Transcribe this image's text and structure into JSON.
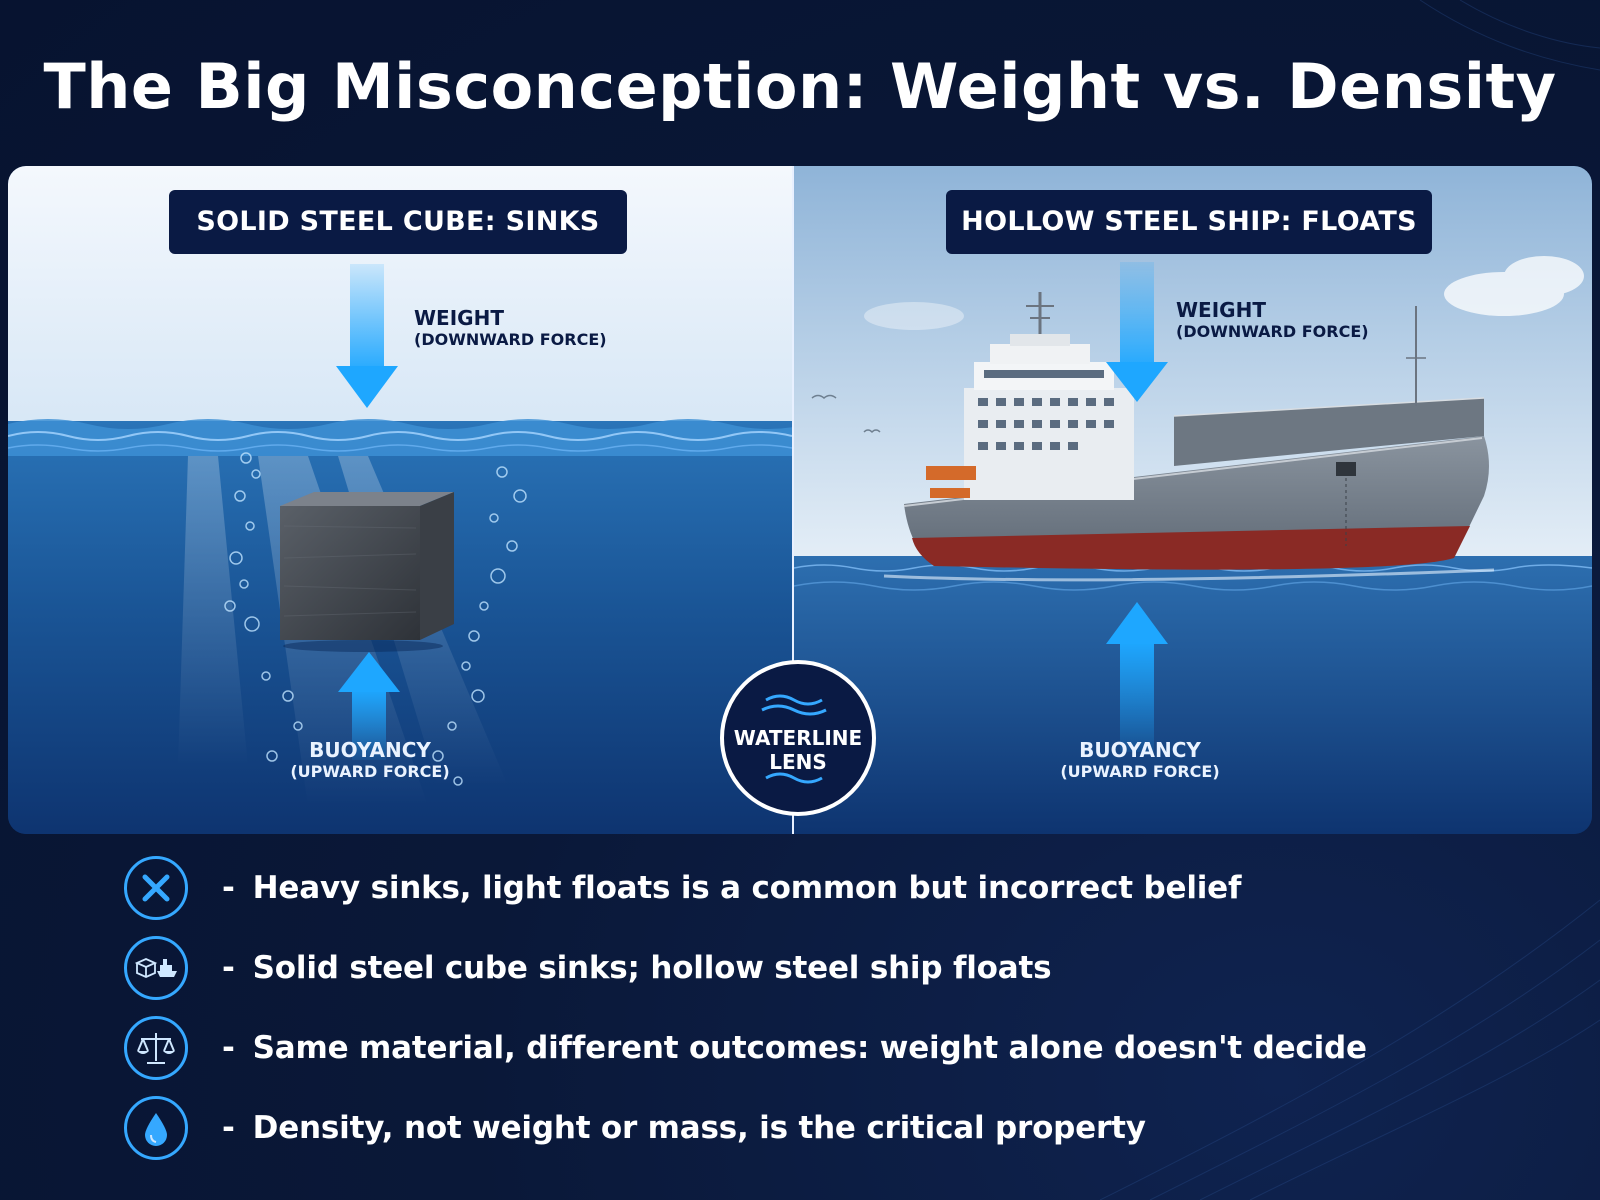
{
  "title": "The Big Misconception: Weight vs. Density",
  "left_panel": {
    "title": "SOLID STEEL CUBE: SINKS",
    "weight_label": "WEIGHT",
    "weight_sub": "(DOWNWARD FORCE)",
    "buoyancy_label": "BUOYANCY",
    "buoyancy_sub": "(UPWARD FORCE)"
  },
  "right_panel": {
    "title": "HOLLOW STEEL SHIP: FLOATS",
    "weight_label": "WEIGHT",
    "weight_sub": "(DOWNWARD FORCE)",
    "buoyancy_label": "BUOYANCY",
    "buoyancy_sub": "(UPWARD FORCE)"
  },
  "badge": {
    "line1": "WATERLINE",
    "line2": "LENS"
  },
  "points": [
    {
      "icon": "x-icon",
      "text": "Heavy sinks, light floats is a common but incorrect belief"
    },
    {
      "icon": "cube-ship-icon",
      "text": "Solid steel cube sinks; hollow steel ship floats"
    },
    {
      "icon": "scale-icon",
      "text": "Same material, different outcomes: weight alone doesn't decide"
    },
    {
      "icon": "water-drop-icon",
      "text": "Density, not weight or mass, is the critical property"
    }
  ],
  "bullet_marker": "-",
  "colors": {
    "background": "#071330",
    "arrow": "#1ea7ff",
    "accent": "#35a8ff",
    "label_box": "#0a1a44",
    "hull_red": "#8a2a25",
    "hull_gray": "#6c7785"
  }
}
